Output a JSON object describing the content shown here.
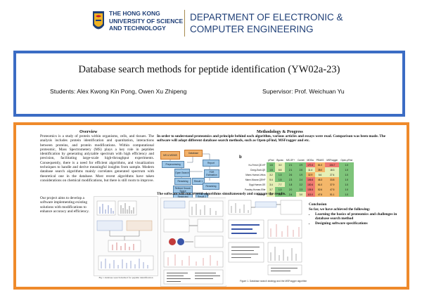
{
  "header": {
    "university_lines": [
      "THE HONG KONG",
      "UNIVERSITY OF SCIENCE",
      "AND TECHNOLOGY"
    ],
    "department_lines": [
      "DEPARTMENT OF ELECTRONIC &",
      "COMPUTER ENGINEERING"
    ],
    "colors": {
      "navy": "#1f3f77",
      "gold": "#a78b4f"
    }
  },
  "title_block": {
    "title": "Database search methods for peptide identification (YW02a-23)",
    "students": "Students: Alex Kwong Kin Pong, Owen Xu Zhipeng",
    "supervisor": "Supervisor: Prof. Weichuan Yu",
    "border_color": "#3b6cc4"
  },
  "main": {
    "border_color": "#ef8a2b",
    "overview": {
      "title": "Overview",
      "text": "Proteomics is a study of protein within organisms, cells, and tissues. The analysis includes protein identification and quantitation, interactions between proteins, and protein modifications. Within computational proteomic, Mass Spectrometery (MS) plays a key role in peptides identification by generating anlyzable spectrum with high efficiency and precision, facilitating large-scale high-throughput experiments. Consequently, there is a need for efficient algorithms, and visualization techniques to handle and derive meaningful insights from sample. Modern database search algorithms mainly correlates generated spectrum with theoretical one in the database. Most recent algorithms have taken considerations on chemical modifications, but there is still room to improve.",
      "text2": "Our project aims to develop a software implementing existing solutions with modifications to enhance accuracy and efficiency.",
      "figure_caption": "Fig 1 database search method for peptide identification"
    },
    "methodology": {
      "title": "Methodology & Progress",
      "text": "In order to understand proteomics and principle behind each algorithm, various articles and essays were read. Comparison was been made. The software will adapt different database search methods, such as Open-pFind, MSFragger and etc.",
      "flowchart": [
        {
          "label": "MS & MS/MS",
          "kind": "orange"
        },
        {
          "label": "Database",
          "kind": "orange"
        },
        {
          "label": "Preprocessing",
          "kind": "blue"
        },
        {
          "label": "Open Search",
          "kind": "blue"
        },
        {
          "label": "Report",
          "kind": "blue"
        },
        {
          "label": "Reranking",
          "kind": "blue"
        },
        {
          "label": "Result 1",
          "kind": "blue"
        },
        {
          "label": "FDR Estimation",
          "kind": "blue"
        },
        {
          "label": "Refined Search Space",
          "kind": "blue"
        },
        {
          "label": "Reranking",
          "kind": "blue"
        },
        {
          "label": "Restricted Search",
          "kind": "blue"
        },
        {
          "label": "Result 2",
          "kind": "blue"
        }
      ],
      "table_label": "b",
      "table_headers": [
        "",
        "pFind",
        "Byonic",
        "MS-GF+",
        "Comet",
        "MODa",
        "PEAKS",
        "MSFragger",
        "Open-pFind"
      ],
      "table_rows": [
        {
          "name": "Ku-Fresh QE-HF",
          "values": [
            "1.6",
            "3.0",
            "2.1",
            "2.9",
            "170.4",
            "81.0",
            "134.7",
            "1.0"
          ]
        },
        {
          "name": "Dong-Ecoli-QE",
          "values": [
            "1.6",
            "6.6",
            "2.1",
            "2.6",
            "11.4",
            "38.0",
            "18.3",
            "1.0"
          ]
        },
        {
          "name": "Mann-Human-Velos",
          "values": [
            "3.2",
            "1.3",
            "2.6",
            "1.9",
            "32.9",
            "6.6",
            "27.4",
            "1.0"
          ]
        },
        {
          "name": "Mann-Mouse-QEHF",
          "values": [
            "5.4",
            "1.5",
            "2.3",
            "2.4",
            "106.6",
            "46.3",
            "33.8",
            "1.0"
          ]
        },
        {
          "name": "Gygi-Human-OE",
          "values": [
            "3.4",
            "7.7",
            "1.8",
            "2.2",
            "130.6",
            "61.0",
            "37.9",
            "1.0"
          ]
        },
        {
          "name": "Pandey-Human-Elite",
          "values": [
            "3.7",
            "1.3",
            "2.0",
            "2.3",
            "135.5",
            "52.6",
            "47.5",
            "1.0"
          ]
        },
        {
          "name": "Average",
          "values": [
            "3.1",
            "2.0",
            "2.4",
            "3.0",
            "113.0",
            "47.6",
            "51.1",
            "1.0"
          ]
        }
      ],
      "table_colors": {
        "green": "#7ec47a",
        "light": "#e6efb6",
        "orange": "#f4b76a",
        "red": "#ef7a72"
      },
      "simulation_text": "The software will run several algorithms simultaneously and compare the results.",
      "figure_caption": "Figure 1. Database search strategy and the MSFragger algorithm"
    },
    "conclusion": {
      "title": "Conclusion",
      "intro": "So far, we have achieved the following:",
      "items": [
        "Learning the basics of proteomics and challenges in database search method",
        "Designing software specifications"
      ]
    }
  }
}
